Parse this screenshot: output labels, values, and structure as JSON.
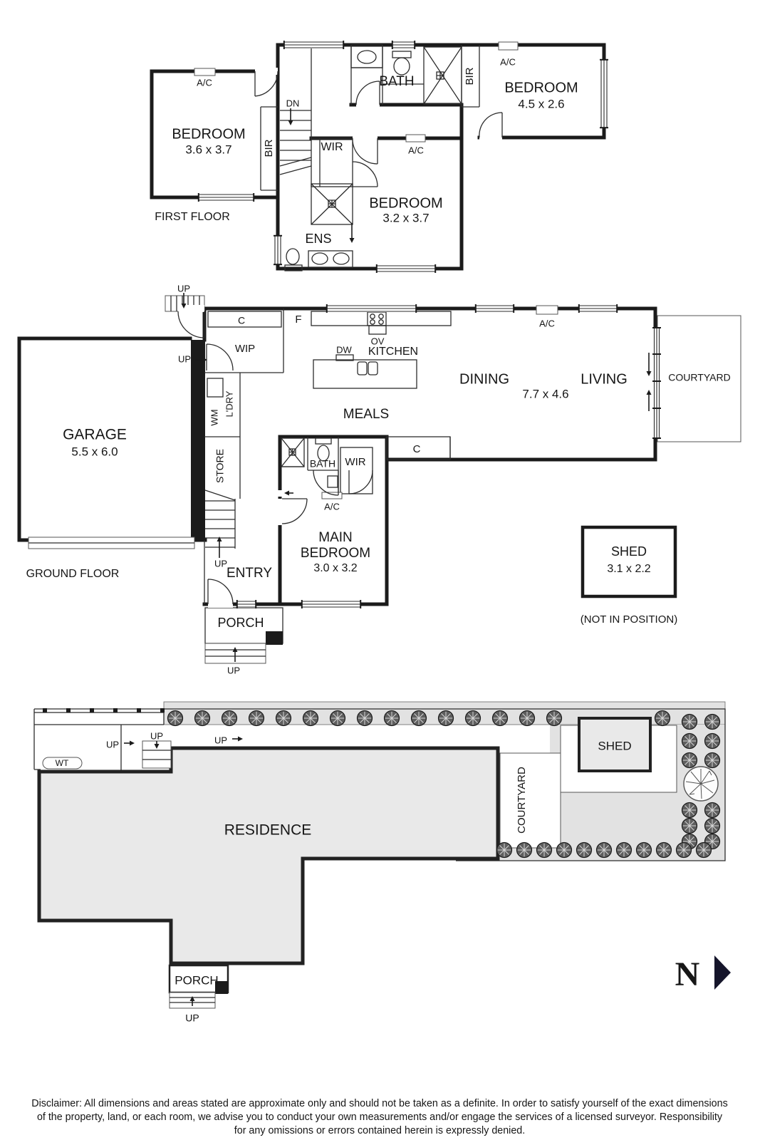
{
  "first_floor": {
    "title": "FIRST FLOOR",
    "bedroom1": "BEDROOM",
    "bedroom1_dims": "3.6 x 3.7",
    "bedroom2": "BEDROOM",
    "bedroom2_dims": "4.5 x 2.6",
    "bedroom3": "BEDROOM",
    "bedroom3_dims": "3.2 x 3.7",
    "bath": "BATH",
    "ens": "ENS",
    "wir": "WIR",
    "bir_left": "BIR",
    "bir_right": "BIR",
    "dn": "DN",
    "ac_bed1": "A/C",
    "ac_bed2": "A/C",
    "ac_bed3": "A/C"
  },
  "ground_floor": {
    "title": "GROUND FLOOR",
    "garage": "GARAGE",
    "garage_dims": "5.5 x 6.0",
    "wip": "WIP",
    "kitchen": "KITCHEN",
    "meals": "MEALS",
    "dining": "DINING",
    "living": "LIVING",
    "living_dims": "7.7 x 4.6",
    "courtyard": "COURTYARD",
    "entry": "ENTRY",
    "porch": "PORCH",
    "main_bedroom_line1": "MAIN",
    "main_bedroom_line2": "BEDROOM",
    "main_bedroom_dims": "3.0 x 3.2",
    "bath": "BATH",
    "wir": "WIR",
    "store": "STORE",
    "laundry": "L'DRY",
    "wm": "WM",
    "cupboard_top": "C",
    "cupboard_living": "C",
    "fridge": "F",
    "oven": "OV",
    "dishwasher": "DW",
    "ac_living": "A/C",
    "ac_bedroom": "A/C",
    "up_stairs_top": "UP",
    "up_mid": "UP",
    "up_stairs_main": "UP",
    "up_porch": "UP",
    "shed": "SHED",
    "shed_dims": "3.1 x 2.2",
    "shed_note": "(NOT IN POSITION)"
  },
  "site_plan": {
    "residence": "RESIDENCE",
    "courtyard": "COURTYARD",
    "shed": "SHED",
    "porch": "PORCH",
    "water_tank": "WT",
    "up_drive": "UP",
    "up_steps": "UP",
    "up_path": "UP",
    "up_porch": "UP",
    "north": "N"
  },
  "colors": {
    "residence_fill": "#e9e9e9",
    "north_arrow": "#15152b"
  },
  "disclaimer": {
    "line1": "Disclaimer: All dimensions and areas stated are approximate only and should not be taken as a definite. In order to satisfy yourself of the exact dimensions",
    "line2": "of the property, land, or each room, we advise you to conduct your own measurements and/or engage the services of a licensed surveyor. Responsibility",
    "line3": "for any omissions or errors contained herein is expressly denied."
  }
}
